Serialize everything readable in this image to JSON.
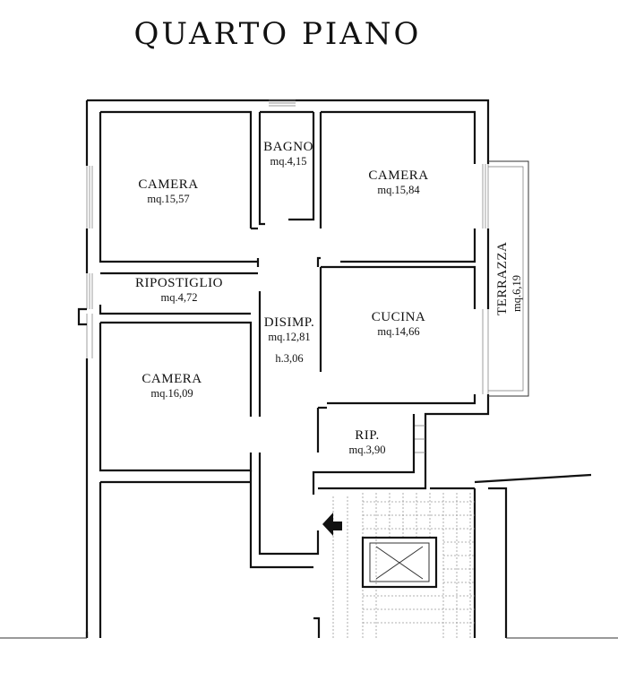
{
  "title": "QUARTO PIANO",
  "rooms": {
    "camera_tl": {
      "name": "CAMERA",
      "area": "mq.15,57"
    },
    "bagno": {
      "name": "BAGNO",
      "area": "mq.4,15"
    },
    "camera_tr": {
      "name": "CAMERA",
      "area": "mq.15,84"
    },
    "terrazza": {
      "name": "TERRAZZA",
      "area": "mq.6,19"
    },
    "ripostiglio": {
      "name": "RIPOSTIGLIO",
      "area": "mq.4,72"
    },
    "disimp": {
      "name": "DISIMP.",
      "area": "mq.12,81",
      "height": "h.3,06"
    },
    "cucina": {
      "name": "CUCINA",
      "area": "mq.14,66"
    },
    "camera_bl": {
      "name": "CAMERA",
      "area": "mq.16,09"
    },
    "rip": {
      "name": "RIP.",
      "area": "mq.3,90"
    }
  }
}
